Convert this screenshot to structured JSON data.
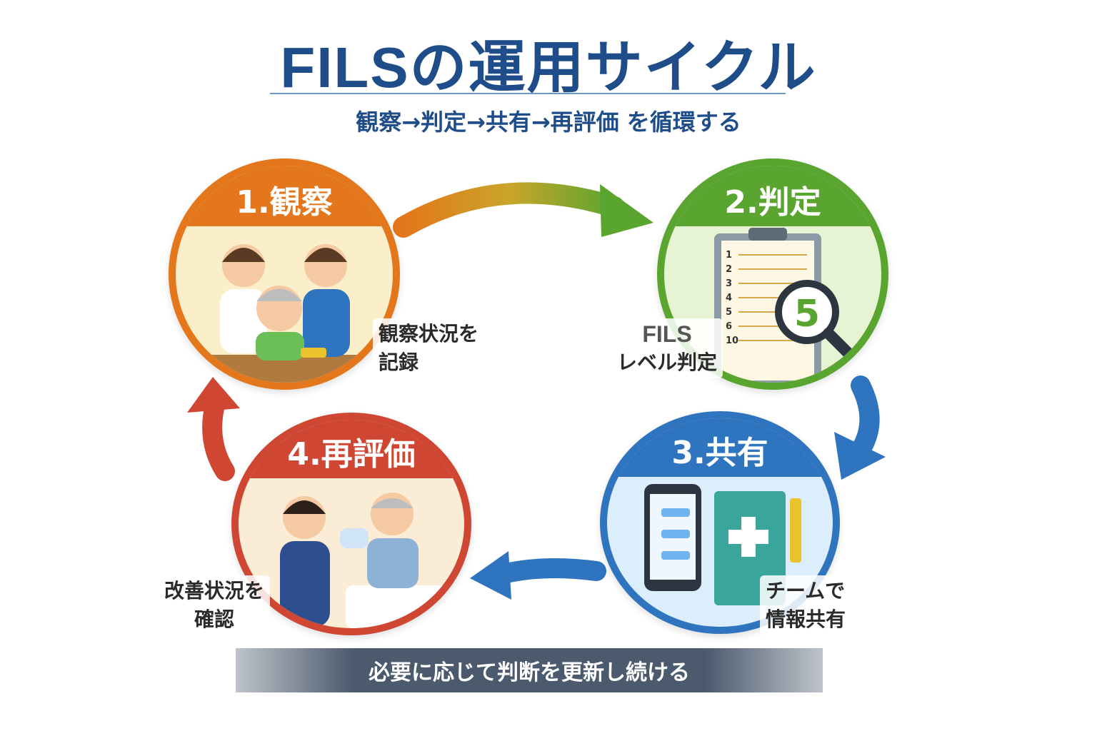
{
  "title": "FILSの運用サイクル",
  "subtitle": "観察→判定→共有→再評価 を循環する",
  "stages": [
    {
      "label": "1.観察",
      "color": "#e4761b",
      "caption": [
        "観察状況を",
        "記録"
      ]
    },
    {
      "label": "2.判定",
      "color": "#5aa52f",
      "caption": [
        "FILS",
        "レベル判定"
      ],
      "checklist": [
        "1",
        "2",
        "3",
        "4",
        "5",
        "6",
        "10"
      ],
      "badge": "5"
    },
    {
      "label": "3.共有",
      "color": "#2f74be",
      "caption": [
        "チームで",
        "情報共有"
      ]
    },
    {
      "label": "4.再評価",
      "color": "#cf4632",
      "caption": [
        "改善状況を",
        "確認"
      ]
    }
  ],
  "footer": "必要に応じて判断を更新し続ける",
  "colors": {
    "title": "#1f4d8a",
    "arrow_top": [
      "#e4761b",
      "#5aa52f"
    ],
    "arrow_right": "#2f74be",
    "arrow_bottom": "#2f74be",
    "arrow_left": "#cf4632"
  }
}
